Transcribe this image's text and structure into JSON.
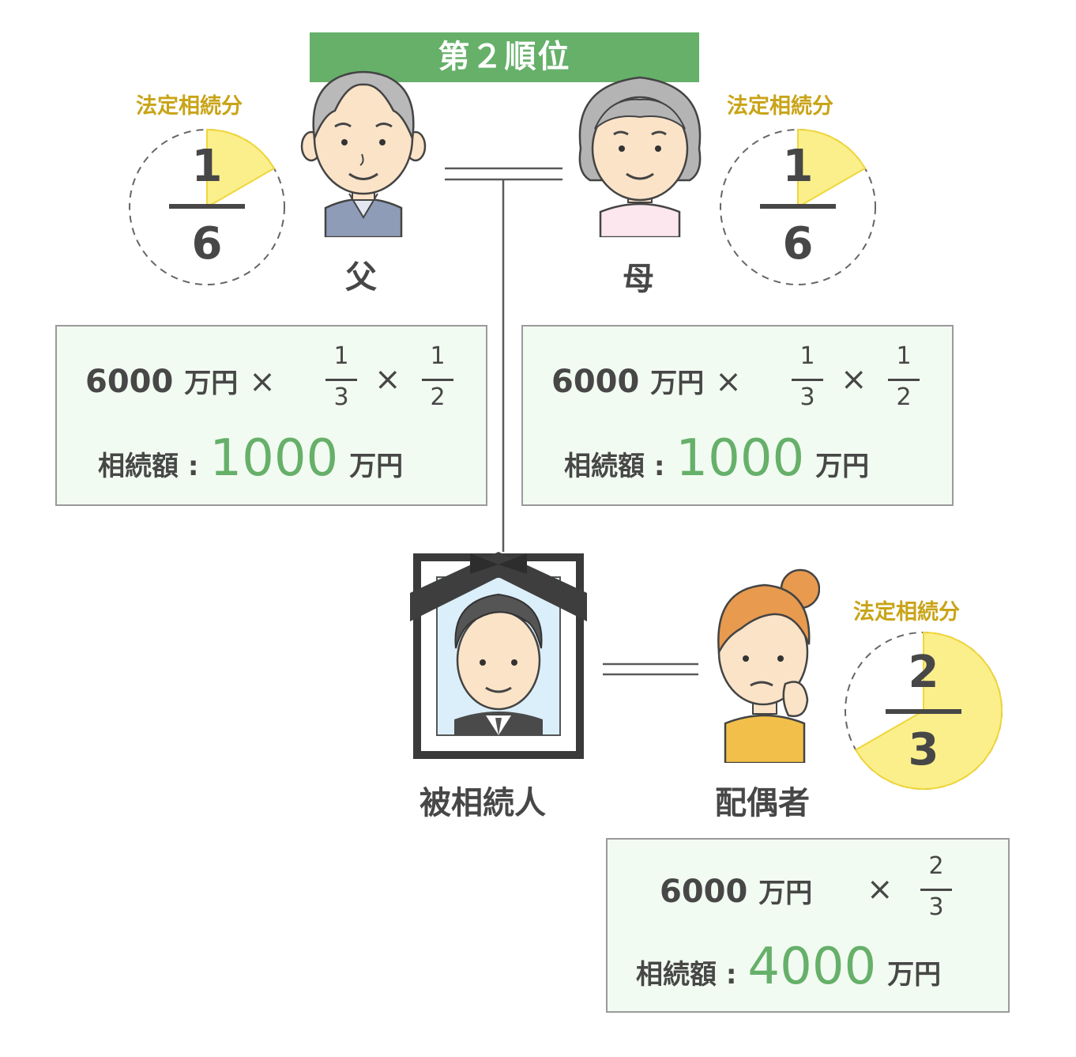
{
  "title": "第２順位",
  "share_label": "法定相続分",
  "father": {
    "name": "父",
    "share": {
      "numerator": "1",
      "denominator": "6",
      "fraction": 0.1667
    },
    "calc": {
      "base": "6000",
      "unit": "万円",
      "times": "×",
      "f1_num": "1",
      "f1_den": "3",
      "f2_num": "1",
      "f2_den": "2",
      "amount_label": "相続額 :",
      "amount": "1000",
      "amount_unit": "万円"
    }
  },
  "mother": {
    "name": "母",
    "share": {
      "numerator": "1",
      "denominator": "6",
      "fraction": 0.1667
    },
    "calc": {
      "base": "6000",
      "unit": "万円",
      "times": "×",
      "f1_num": "1",
      "f1_den": "3",
      "f2_num": "1",
      "f2_den": "2",
      "amount_label": "相続額 :",
      "amount": "1000",
      "amount_unit": "万円"
    }
  },
  "deceased": {
    "name": "被相続人"
  },
  "spouse": {
    "name": "配偶者",
    "share": {
      "numerator": "2",
      "denominator": "3",
      "fraction": 0.6667
    },
    "calc": {
      "base": "6000",
      "unit": "万円",
      "times": "×",
      "f1_num": "2",
      "f1_den": "3",
      "amount_label": "相続額 :",
      "amount": "4000",
      "amount_unit": "万円"
    }
  },
  "colors": {
    "green": "#66b06a",
    "pie_fill": "#fbef8c",
    "pie_edge": "#f0d63a",
    "box_bg": "#f2fbf2",
    "text": "#474747"
  }
}
